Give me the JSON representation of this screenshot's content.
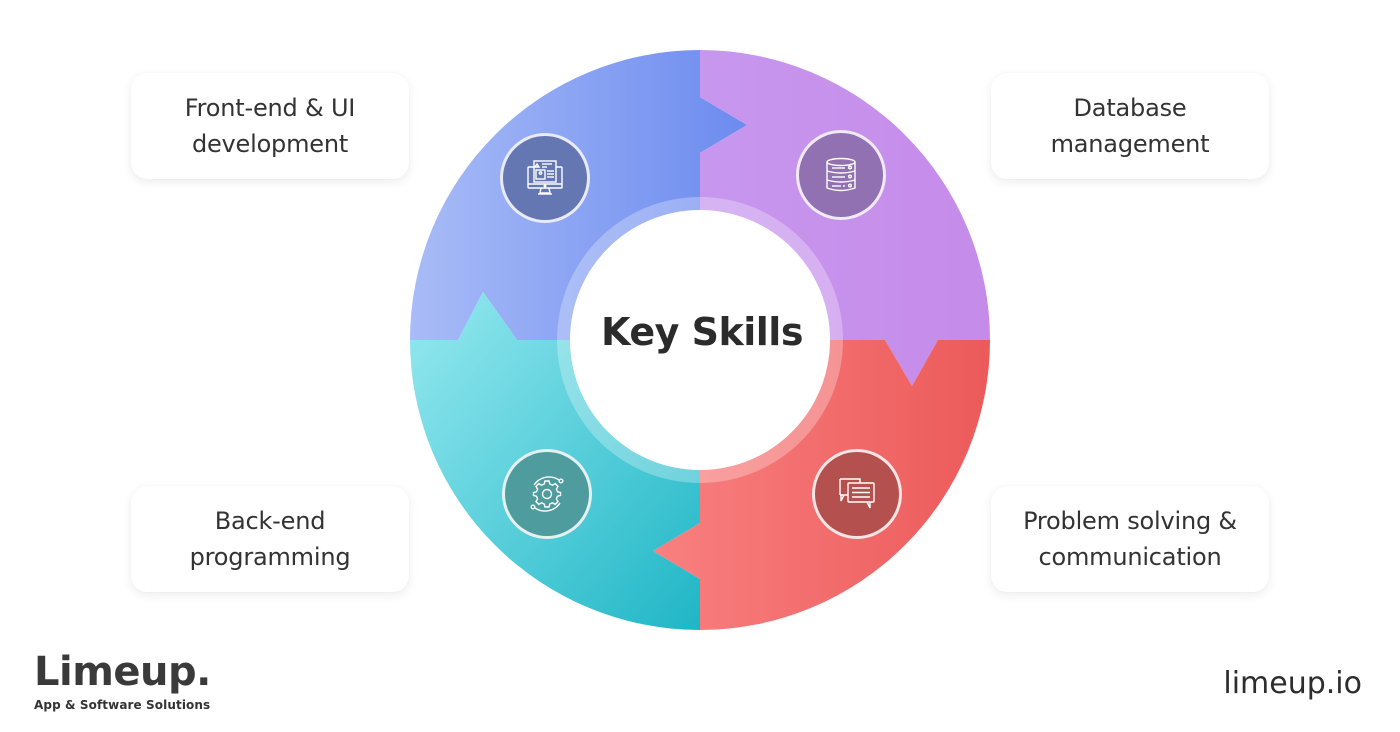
{
  "diagram": {
    "title": "Key Skills",
    "type": "circular-puzzle-wheel",
    "segments": [
      {
        "position": "top-left",
        "label": "Front-end & UI\ndevelopment",
        "icon": "monitor-webpage-icon",
        "color_start": "#a8b8f6",
        "color_end": "#6f8ef0"
      },
      {
        "position": "top-right",
        "label": "Database\nmanagement",
        "icon": "database-server-icon",
        "color_start": "#c79bee",
        "color_end": "#c587e8"
      },
      {
        "position": "bottom-left",
        "label": "Back-end\nprogramming",
        "icon": "gear-orbit-icon",
        "color_start": "#92e6ee",
        "color_end": "#22b8c8"
      },
      {
        "position": "bottom-right",
        "label": "Problem solving &\ncommunication",
        "icon": "chat-bubbles-icon",
        "color_start": "#f87f7f",
        "color_end": "#ee5b5b"
      }
    ]
  },
  "branding": {
    "logo_name": "Limeup.",
    "logo_tagline": "App & Software Solutions",
    "website": "limeup.io"
  }
}
